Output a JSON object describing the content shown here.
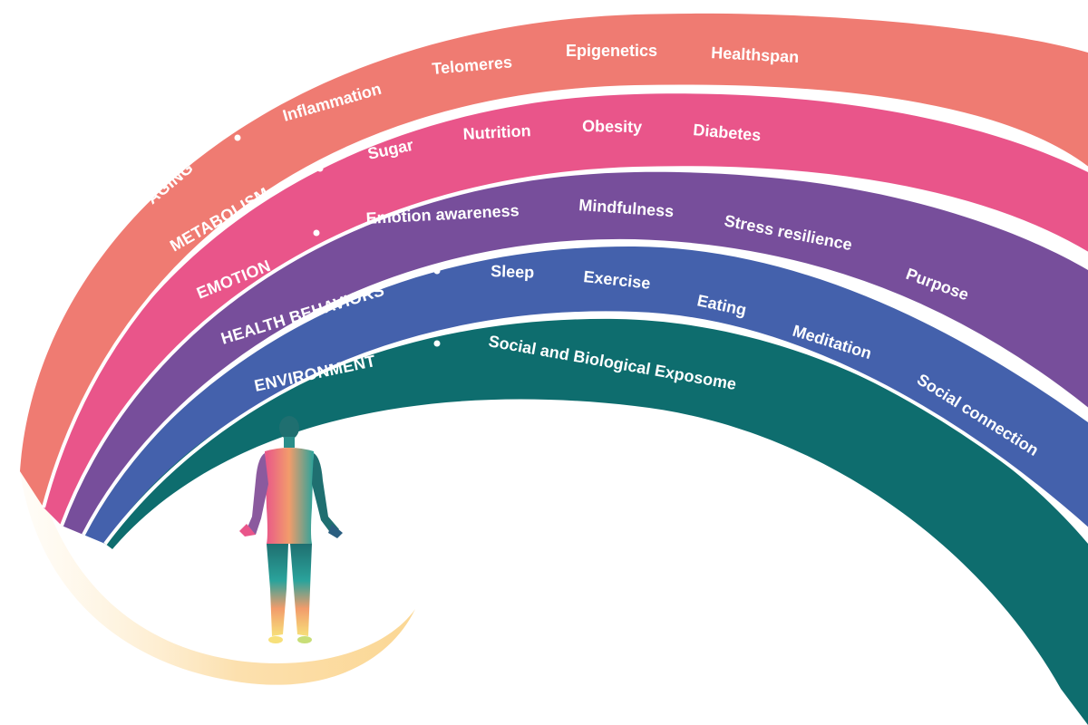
{
  "bands": [
    {
      "title": "AGING",
      "color": "#EF7B72",
      "items": [
        "Inflammation",
        "Telomeres",
        "Epigenetics",
        "Healthspan"
      ]
    },
    {
      "title": "METABOLISM",
      "color": "#E9558A",
      "items": [
        "Sugar",
        "Nutrition",
        "Obesity",
        "Diabetes"
      ]
    },
    {
      "title": "EMOTION",
      "color": "#774E9B",
      "items": [
        "Emotion awareness",
        "Mindfulness",
        "Stress resilience",
        "Purpose"
      ]
    },
    {
      "title": "HEALTH BEHAVIORS",
      "color": "#4461AC",
      "items": [
        "Sleep",
        "Exercise",
        "Eating",
        "Meditation",
        "Social connection"
      ]
    },
    {
      "title": "ENVIRONMENT",
      "color": "#0E6D6E",
      "items": [
        "Social and Biological Exposome"
      ]
    }
  ],
  "base_swoosh_color": "#FBD794",
  "figure": {
    "icon": "human-figure-icon",
    "colors": [
      "#2A9D9A",
      "#1F6F70",
      "#8B5A9E",
      "#E9558A",
      "#F29C6B",
      "#F7D56E",
      "#B9D86B"
    ]
  }
}
